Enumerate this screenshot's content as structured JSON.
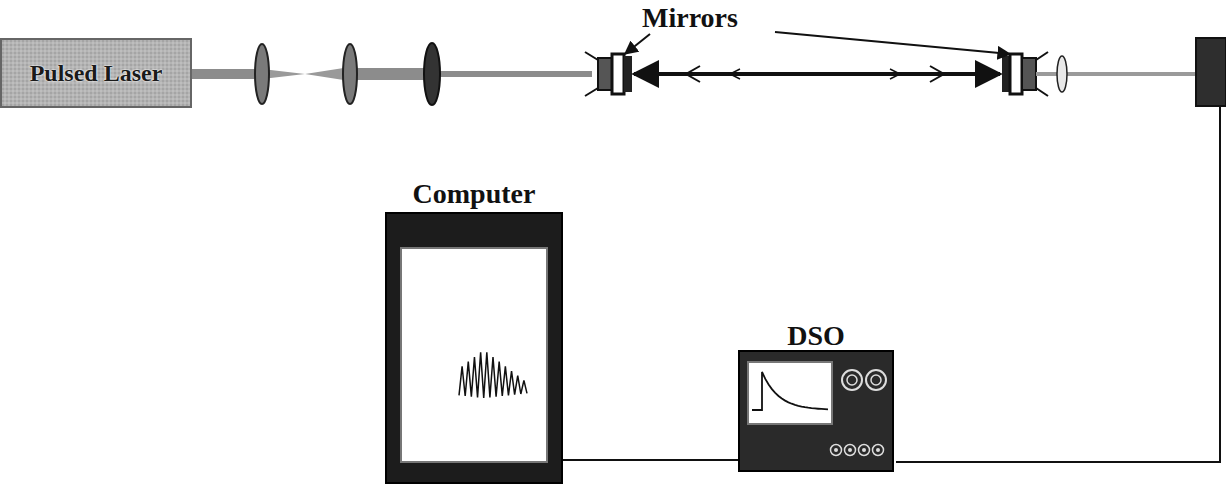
{
  "diagram": {
    "nodes": [
      {
        "text": [
          "Pulsed Laser"
        ]
      },
      {
        "text": [
          "Computer"
        ]
      },
      {
        "text": [
          "DSO"
        ]
      }
    ],
    "edges": [
      {
        "from": 1,
        "to": 2,
        "arrow": "none"
      }
    ],
    "labels": [
      "Mirrors"
    ]
  }
}
